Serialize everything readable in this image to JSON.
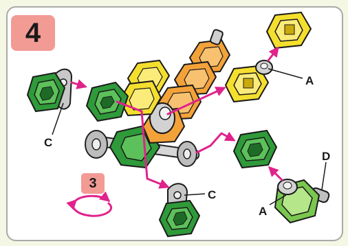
{
  "step": {
    "number": "4"
  },
  "rotation": {
    "count": "3"
  },
  "labels": {
    "c_left": "C",
    "c_bottom": "C",
    "a_top": "A",
    "a_bottom": "A",
    "d": "D"
  },
  "colors": {
    "yellow": "#f5df2e",
    "orange": "#f3a23a",
    "green": "#2f9a3a",
    "light_green": "#9fd86a",
    "gray": "#c9c9c9",
    "arrow": "#e0228c",
    "badge": "#f29a94"
  }
}
